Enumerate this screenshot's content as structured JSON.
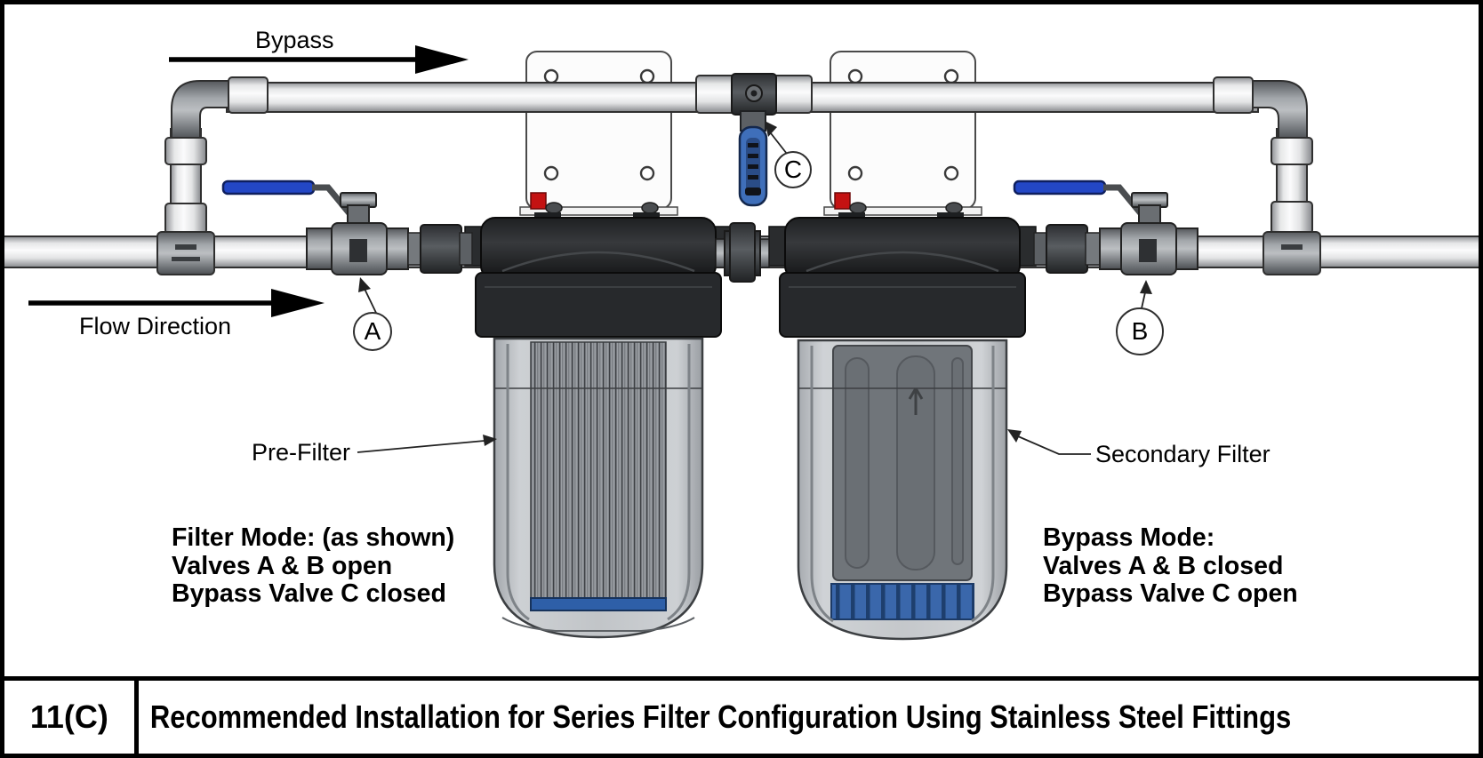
{
  "figure": {
    "id": "11(C)",
    "caption": "Recommended Installation for Series Filter Configuration Using Stainless Steel Fittings"
  },
  "labels": {
    "bypass_arrow": "Bypass",
    "flow_direction": "Flow Direction",
    "pre_filter": "Pre-Filter",
    "secondary_filter": "Secondary Filter",
    "valve_a": "A",
    "valve_b": "B",
    "valve_c": "C"
  },
  "modes": {
    "filter_mode": {
      "lines": [
        "Filter Mode: (as shown)",
        "Valves A & B open",
        "Bypass Valve C closed"
      ]
    },
    "bypass_mode": {
      "lines": [
        "Bypass Mode:",
        "Valves A & B closed",
        "Bypass Valve C open"
      ]
    }
  },
  "colors": {
    "background": "#ffffff",
    "border_black": "#000000",
    "line_dark": "#2f2f2f",
    "valve_handle_blue": "#2347c5",
    "bypass_handle_blue": "#3f6fba",
    "filter_band_blue": "#2e5fa8",
    "relief_button_red": "#c41212",
    "fitting_gray": "#84888c",
    "filter_head_black": "#232527"
  }
}
